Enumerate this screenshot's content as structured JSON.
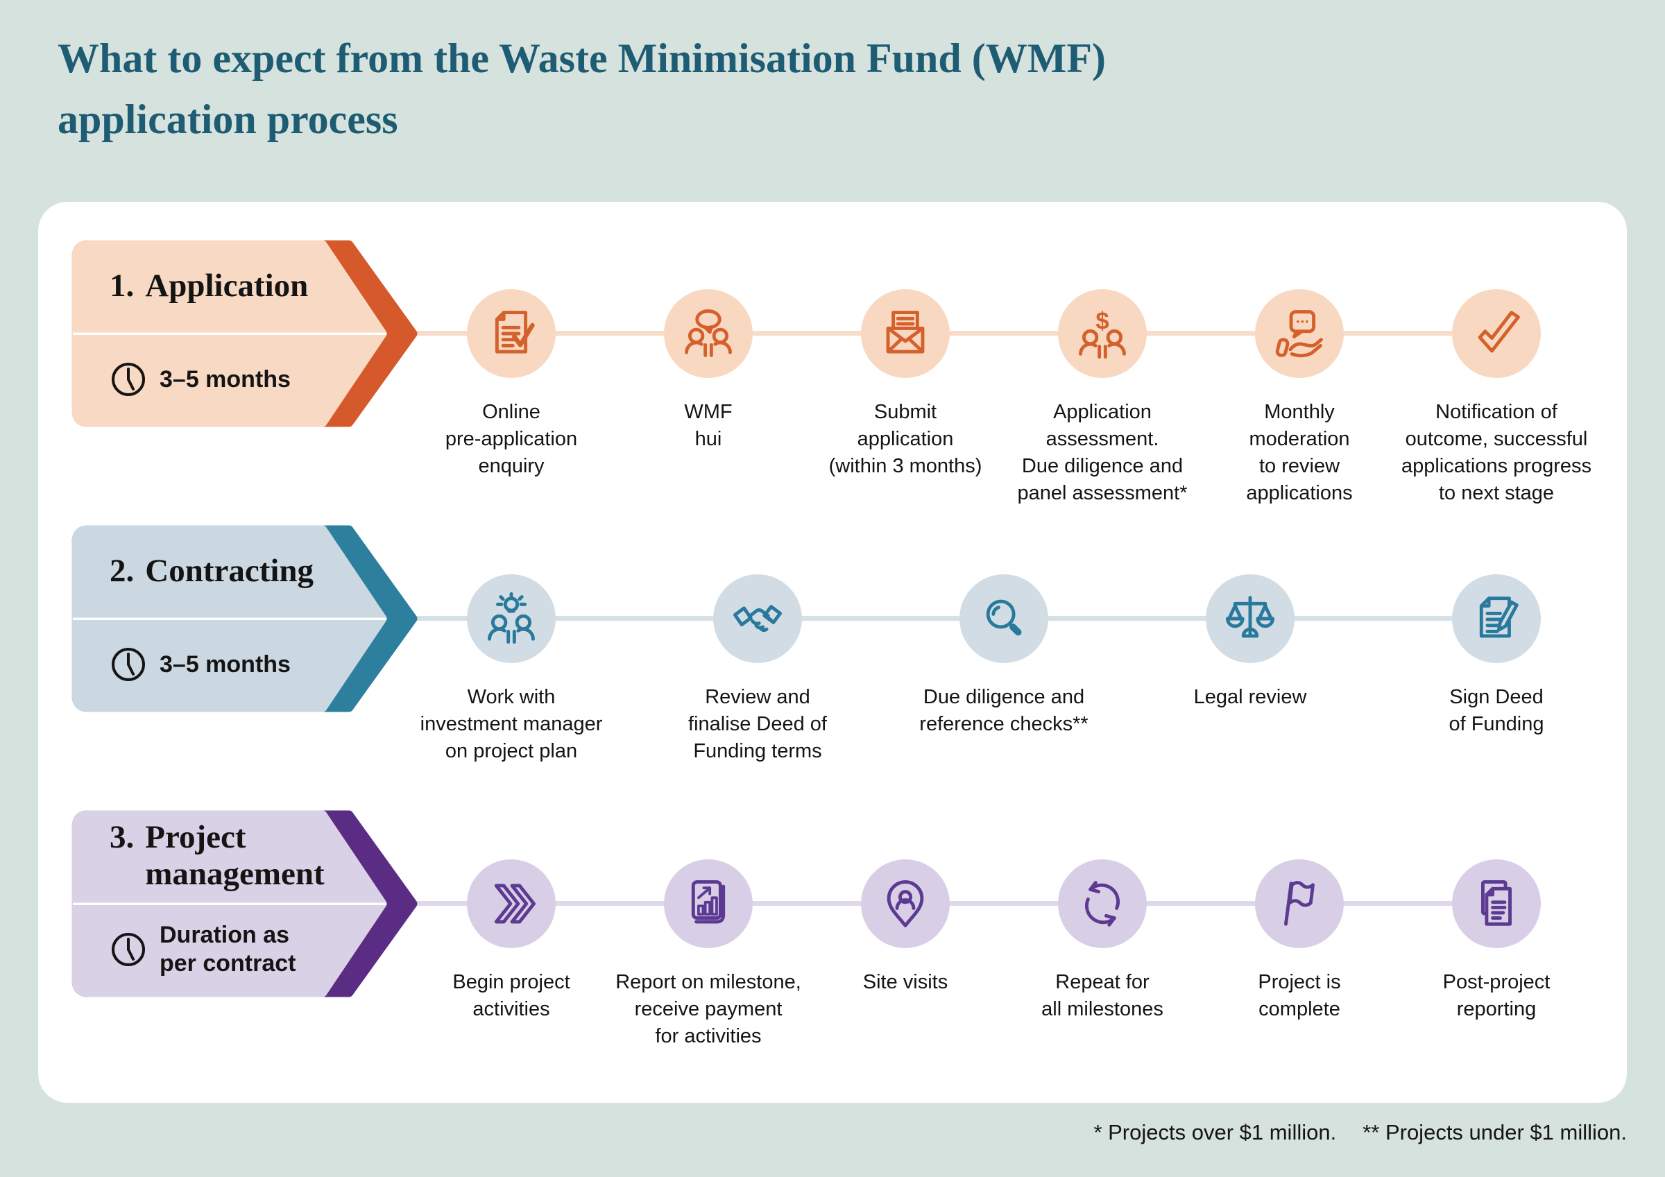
{
  "title": {
    "line1": "What to expect from the Waste Minimisation Fund (WMF)",
    "line2": "application process"
  },
  "colors": {
    "background": "#d6e2dd",
    "card": "#ffffff",
    "title_text": "#1e5c74",
    "stage1_accent": "#d5592b",
    "stage1_fill": "#f8d9c3",
    "stage2_accent": "#2d7f9e",
    "stage2_fill": "#ccd8e1",
    "stage3_accent": "#5a2c84",
    "stage3_fill": "#d9d1e5"
  },
  "stages": [
    {
      "number": "1.",
      "name": "Application",
      "duration": "3–5 months",
      "steps": [
        {
          "icon": "document-check-icon",
          "label": "Online\npre-application\nenquiry"
        },
        {
          "icon": "people-speech-bubble-icon",
          "label": "WMF\nhui"
        },
        {
          "icon": "envelope-letter-icon",
          "label": "Submit\napplication\n(within 3 months)"
        },
        {
          "icon": "people-dollar-icon",
          "label": "Application\nassessment.\nDue diligence and\npanel assessment*"
        },
        {
          "icon": "hand-speech-bubble-icon",
          "label": "Monthly\nmoderation\nto review\napplications"
        },
        {
          "icon": "checkmark-icon",
          "label": "Notification of\noutcome, successful\napplications progress\nto next stage"
        }
      ]
    },
    {
      "number": "2.",
      "name": "Contracting",
      "duration": "3–5 months",
      "steps": [
        {
          "icon": "people-lightbulb-icon",
          "label": "Work with\ninvestment manager\non project plan"
        },
        {
          "icon": "handshake-icon",
          "label": "Review and\nfinalise Deed of\nFunding terms"
        },
        {
          "icon": "magnifier-icon",
          "label": "Due diligence and\nreference checks**"
        },
        {
          "icon": "scales-icon",
          "label": "Legal review"
        },
        {
          "icon": "document-pen-icon",
          "label": "Sign Deed\nof Funding"
        }
      ]
    },
    {
      "number": "3.",
      "name": "Project\nmanagement",
      "duration": "Duration as\nper contract",
      "steps": [
        {
          "icon": "double-chevron-icon",
          "label": "Begin project\nactivities"
        },
        {
          "icon": "document-chart-icon",
          "label": "Report on milestone,\nreceive payment\nfor activities"
        },
        {
          "icon": "location-pin-person-icon",
          "label": "Site visits"
        },
        {
          "icon": "repeat-arrows-icon",
          "label": "Repeat for\nall milestones"
        },
        {
          "icon": "flag-icon",
          "label": "Project is\ncomplete"
        },
        {
          "icon": "documents-icon",
          "label": "Post-project\nreporting"
        }
      ]
    }
  ],
  "footnote": {
    "over": "* Projects over $1 million.",
    "under": "** Projects under $1 million."
  }
}
